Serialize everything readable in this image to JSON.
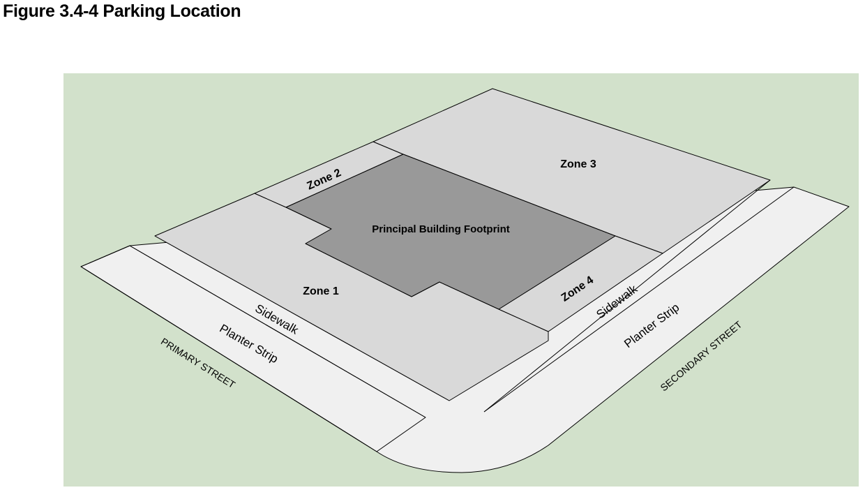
{
  "figure": {
    "title": "Figure 3.4-4 Parking Location"
  },
  "labels": {
    "zone1": "Zone 1",
    "zone2": "Zone 2",
    "zone3": "Zone 3",
    "zone4": "Zone 4",
    "building": "Principal Building Footprint",
    "sidewalk_primary": "Sidewalk",
    "planter_primary": "Planter Strip",
    "primary_street": "PRIMARY STREET",
    "sidewalk_secondary": "Sidewalk",
    "planter_secondary": "Planter Strip",
    "secondary_street": "SECONDARY STREET"
  },
  "colors": {
    "background": "#d2e1cb",
    "zone_fill": "#d9d9d9",
    "building_fill": "#999999",
    "sidewalk_fill": "#f0f0f0",
    "line": "#000000"
  }
}
